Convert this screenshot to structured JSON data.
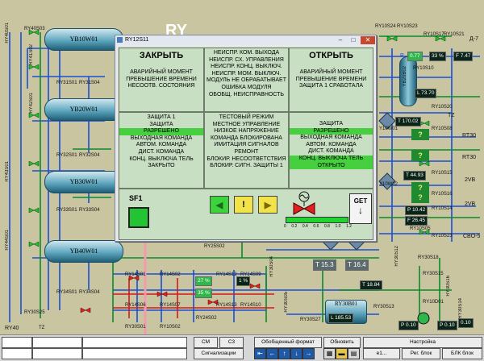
{
  "scene": {
    "logo_text": "RY",
    "tanks": [
      "YB10W01",
      "YB20W01",
      "YB30W01",
      "YB40W01"
    ],
    "vertical_tank": "YB20B02",
    "bottom_tank": "RY30B01",
    "tags_left": [
      "RY40S01",
      "RY40S03",
      "RY41S02",
      "RY41S03",
      "RY42S01",
      "RY42S03",
      "RY43S01",
      "RY43S03",
      "RY44S01",
      "RY44S03",
      "RY31S01",
      "RY31S04",
      "RY32S01",
      "RY32S04",
      "RY33S01",
      "RY33S04",
      "RY34S01",
      "RY34S04",
      "RY30S25",
      "RY40",
      "TZ"
    ],
    "tags_mid": [
      "RY14S01",
      "RY14S06",
      "RY30S01",
      "RY14S02",
      "RY14S07",
      "RY10S02",
      "RY24S02",
      "RY14S12",
      "RY14S13",
      "RY14S09",
      "RY14S10",
      "RY25S02",
      "RY30S04",
      "RY30S05",
      "RY30S27",
      "RY30S13",
      "RY30S12",
      "RY30S18",
      "RY30S15",
      "RY30S16",
      "RY30S14"
    ],
    "tags_right": [
      "RY10S24",
      "RY10S23",
      "RY10S17",
      "RY10S21",
      "RY10S10",
      "RY10S20",
      "RY10S02",
      "RY10S08",
      "RY10S15",
      "RY10S16",
      "RY10S14",
      "RY10S05",
      "RY10S23",
      "RY30S17",
      "RY10D01",
      "Y10W01",
      "Y10W02"
    ],
    "right_labels": [
      "Д-7",
      "TZ",
      "RT30",
      "RT30",
      "2VB",
      "2VB",
      "CBO-5",
      "P",
      "P",
      "P"
    ],
    "readouts": [
      {
        "id": "r1",
        "text": "0.77",
        "style": "green"
      },
      {
        "id": "r2",
        "text": "33 %",
        "style": "dark"
      },
      {
        "id": "r3",
        "text": "F  7.47",
        "style": "dark"
      },
      {
        "id": "r4",
        "text": "L  73.70",
        "style": "dark"
      },
      {
        "id": "r5",
        "text": "T  170.02",
        "style": "dark"
      },
      {
        "id": "r6",
        "text": "T  44.93",
        "style": "dark"
      },
      {
        "id": "r7",
        "text": "P  10.42",
        "style": "dark"
      },
      {
        "id": "r8",
        "text": "F  26.45",
        "style": "dark"
      },
      {
        "id": "r9",
        "text": "P  0.10",
        "style": "dark"
      },
      {
        "id": "r10",
        "text": "T  15.3",
        "style": "gray"
      },
      {
        "id": "r11",
        "text": "T  16.4",
        "style": "gray"
      },
      {
        "id": "r12",
        "text": "T  18.84",
        "style": "dark"
      },
      {
        "id": "r13",
        "text": "L  185.53",
        "style": "dark"
      },
      {
        "id": "r14",
        "text": "27 %",
        "style": "green"
      },
      {
        "id": "r15",
        "text": "35 %",
        "style": "green"
      },
      {
        "id": "r16",
        "text": "0.10",
        "style": "dark"
      },
      {
        "id": "r17",
        "text": "1 %",
        "style": "dark"
      },
      {
        "id": "r18",
        "text": "P  0.10",
        "style": "dark"
      }
    ],
    "flags": [
      "?",
      "?",
      "?",
      "?"
    ]
  },
  "dialog": {
    "title": "RY12S11",
    "close_label": "✕",
    "max_label": "□",
    "min_label": "–",
    "close_col": {
      "header": "ЗАКРЫТЬ",
      "top_lines": [
        "АВАРИЙНЫЙ МОМЕНТ",
        "ПРЕВЫШЕНИЕ ВРЕМЕНИ",
        "НЕСООТВ. СОСТОЯНИЯ"
      ],
      "bottom_lines": [
        "ЗАЩИТА 1",
        "ЗАЩИТА",
        "РАЗРЕШЕНО",
        "ВЫХОДНАЯ КОМАНДА",
        "АВТОМ. КОМАНДА",
        "ДИСТ. КОМАНДА",
        "КОНЦ. ВЫКЛЮЧА ТЕЛЬ",
        "ЗАКРЫТО"
      ]
    },
    "middle_col": {
      "top_lines": [
        "НЕИСПР. КОМ. ВЫХОДА",
        "НЕИСПР. СХ. УПРАВЛЕНИЯ",
        "НЕИСПР. КОНЦ. ВЫКЛЮЧ.",
        "НЕИСПР. МОМ. ВЫКЛЮЧ.",
        "МОДУЛЬ НЕ ОБРАБАТЫВАЕТ",
        "ОШИБКА МОДУЛЯ",
        "ОБОБЩ. НЕИСПРАВНОСТЬ"
      ],
      "bottom_lines": [
        "ТЕСТОВЫЙ РЕЖИМ",
        "МЕСТНОЕ УПРАВЛЕНИЕ",
        "НИЗКОЕ НАПРЯЖЕНИЕ",
        "КОМАНДА БЛОКИРОВАНА",
        "ИМИТАЦИЯ СИГНАЛОВ",
        "РЕМОНТ",
        "БЛОКИР. НЕСООТВЕТСТВИЯ",
        "БЛОКИР. СИГН. ЗАЩИТЫ 1"
      ]
    },
    "open_col": {
      "header": "ОТКРЫТЬ",
      "top_lines": [
        "АВАРИЙНЫЙ МОМЕНТ",
        "ПРЕВЫШЕНИЕ ВРЕМЕНИ",
        "ЗАЩИТА 1 СРАБОТАЛА"
      ],
      "bottom_lines": [
        "ЗАЩИТА",
        "РАЗРЕШЕНО",
        "ВЫХОДНАЯ КОМАНДА",
        "АВТОМ. КОМАНДА",
        "ДИСТ. КОМАНДА",
        "КОНЦ. ВЫКЛЮЧА ТЕЛЬ",
        "ОТКРЫТО"
      ]
    },
    "sf1_label": "SF1",
    "btn_left": "◀",
    "btn_stop": "!",
    "btn_right": "▶",
    "get_label": "GET",
    "scale_ticks": [
      "0",
      "0.2",
      "0.4",
      "0.6",
      "0.8",
      "1.0",
      "1.2"
    ],
    "valve_position": 0.0
  },
  "bottombar": {
    "cm_label": "CM",
    "c3_label": "C3",
    "signalization_label": "Сигнализации",
    "generalized_label": "Обобщенный формат",
    "refresh_label": "Обновить",
    "settings_label": "Настройка",
    "e1_label": "e1...",
    "reg_label": "Рег. блок",
    "blk_label": "БЛК блок"
  },
  "colors": {
    "background": "#c9c5a1",
    "pipe_blue": "#1a4fd6",
    "pipe_green": "#0b8a2c",
    "highlight": "#46cf3f",
    "dialog_bg": "#c8dfc4"
  }
}
